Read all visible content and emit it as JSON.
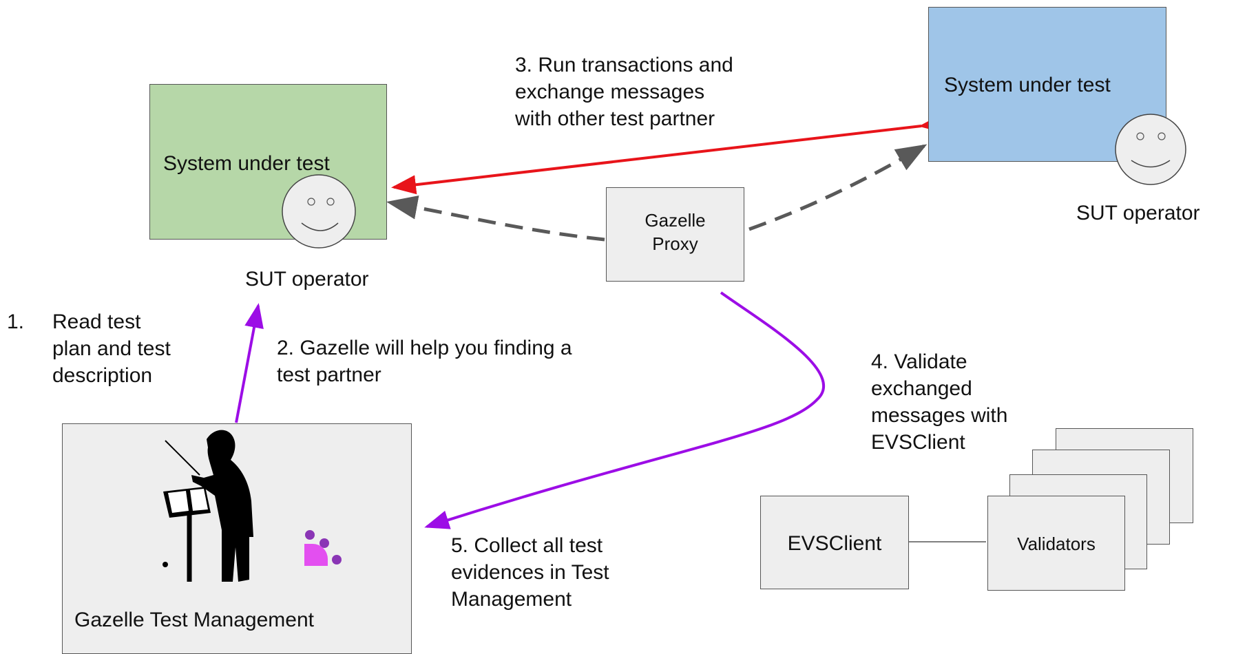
{
  "sut_left": {
    "title": "System under test",
    "fill": "#b6d7a8",
    "operator": "SUT operator"
  },
  "sut_right": {
    "title": "System under test",
    "fill": "#9fc5e8",
    "operator": "SUT operator"
  },
  "proxy": {
    "label": "Gazelle\nProxy",
    "fill": "#eeeeee"
  },
  "tm": {
    "label": "Gazelle Test Management",
    "fill": "#eeeeee"
  },
  "evs": {
    "label": "EVSClient",
    "fill": "#eeeeee"
  },
  "validators": {
    "label": "Validators",
    "fill": "#eeeeee"
  },
  "steps": {
    "s1_num": "1.",
    "s1": "Read test\nplan and test\ndescription",
    "s2": "2. Gazelle will help you finding a\ntest partner",
    "s3": "3. Run transactions and\nexchange messages\nwith other test partner",
    "s4": "4. Validate\nexchanged\nmessages with\nEVSClient",
    "s5": "5. Collect all test\nevidences in Test\nManagement"
  },
  "colors": {
    "red_arrow": "#e8141a",
    "purple_arrow": "#9c0de6",
    "dashed_arrow": "#595959",
    "logo": "#8a35b5"
  }
}
